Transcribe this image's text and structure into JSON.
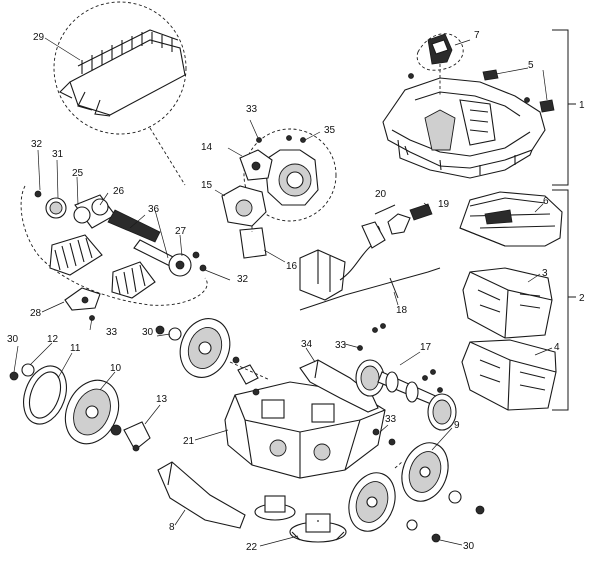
{
  "labels": {
    "l1": "1",
    "l2": "2",
    "l3": "3",
    "l4": "4",
    "l5": "5",
    "l6": "6",
    "l7": "7",
    "l8": "8",
    "l9": "9",
    "l10": "10",
    "l11": "11",
    "l12": "12",
    "l13": "13",
    "l14": "14",
    "l15": "15",
    "l16": "16",
    "l17": "17",
    "l18": "18",
    "l19": "19",
    "l20": "20",
    "l21": "21",
    "l22": "22",
    "l25": "25",
    "l26": "26",
    "l27": "27",
    "l28": "28",
    "l29": "29",
    "l30a": "30",
    "l30b": "30",
    "l30c": "30",
    "l31": "31",
    "l32a": "32",
    "l32b": "32",
    "l33a": "33",
    "l33b": "33",
    "l33c": "33",
    "l33d": "33",
    "l34": "34",
    "l35": "35",
    "l36": "36"
  }
}
